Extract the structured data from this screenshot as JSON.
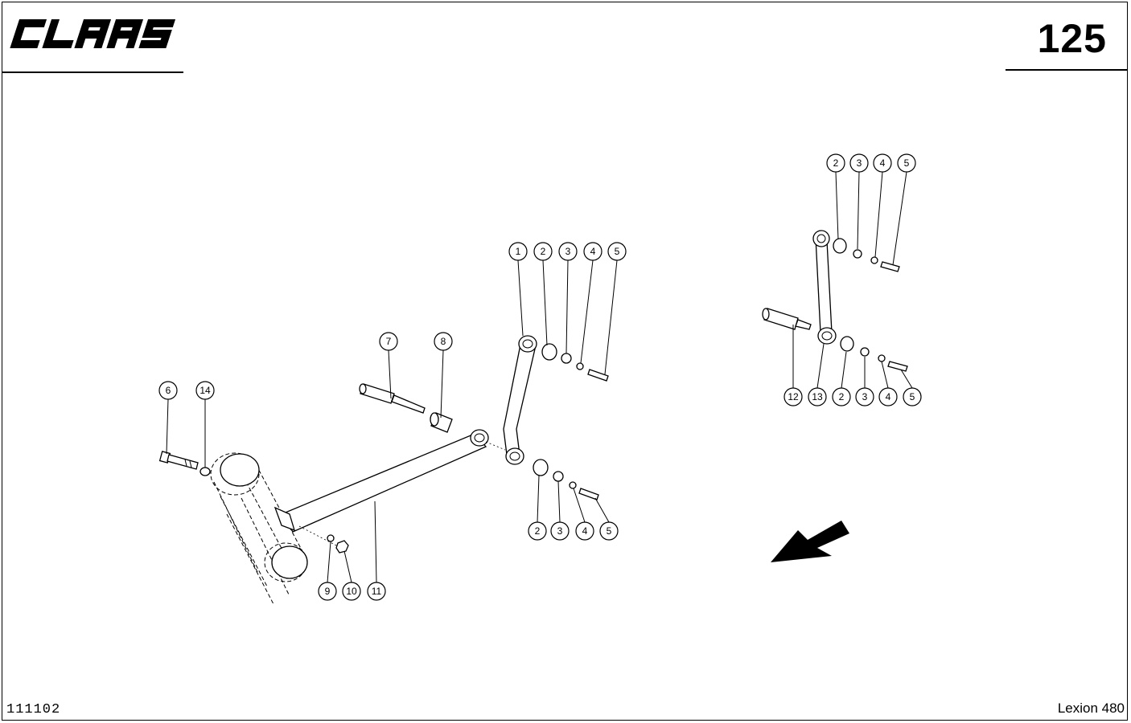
{
  "header": {
    "brand": "CLAAS",
    "page_number": "125"
  },
  "footer": {
    "doc_code": "111102",
    "model": "Lexion 480"
  },
  "callouts": {
    "main_top": [
      "1",
      "2",
      "3",
      "4",
      "5"
    ],
    "main_bottom": [
      "2",
      "3",
      "4",
      "5"
    ],
    "bolt_washer": [
      "6",
      "14"
    ],
    "pin_bush": [
      "7",
      "8"
    ],
    "lever_fix": [
      "9",
      "10",
      "11"
    ],
    "right_top": [
      "2",
      "3",
      "4",
      "5"
    ],
    "right_bottom": [
      "12",
      "13",
      "2",
      "3",
      "4",
      "5"
    ]
  },
  "icons": {
    "direction": "arrow-down-left-icon"
  }
}
